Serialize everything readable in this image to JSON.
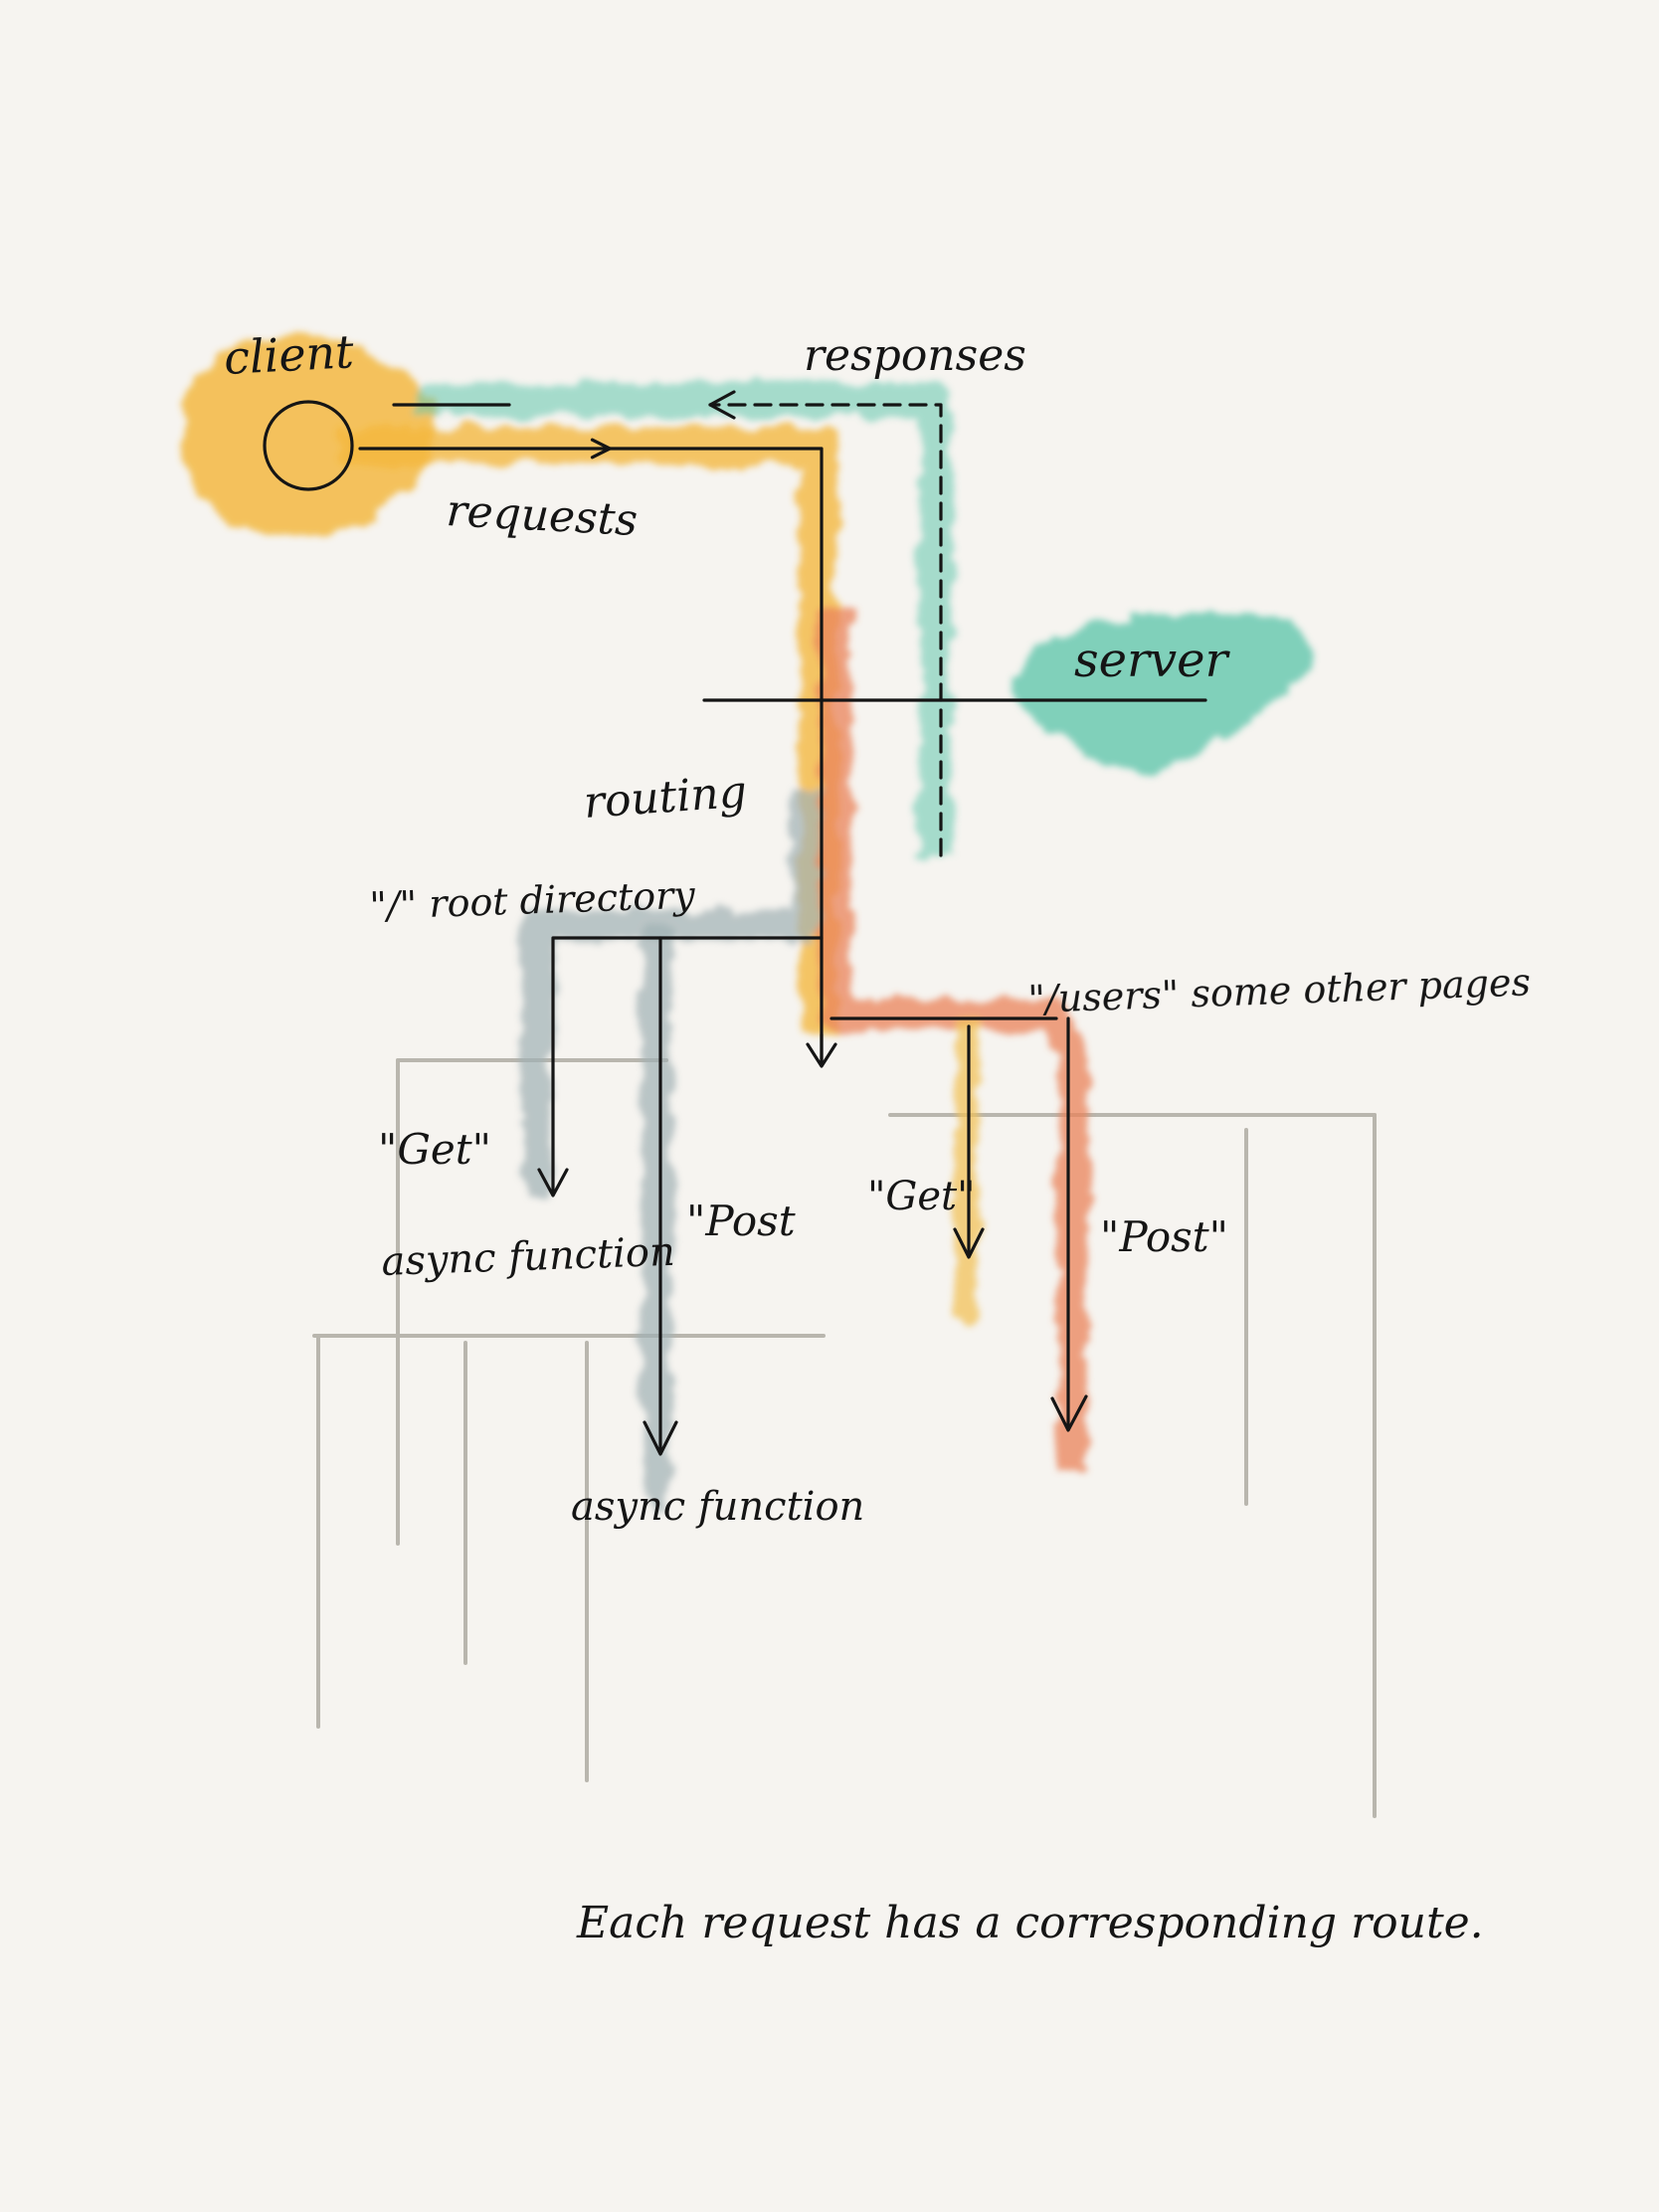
{
  "colors": {
    "background": "#f6f4f0",
    "ink": "#151515",
    "client_wash": "#f3b63c",
    "server_wash": "#62c7ad",
    "root_wash": "#9fb0b3",
    "users_wash": "#e9835a",
    "get_users_wash": "#f1c15a",
    "guide_lines": "#b9b6ae"
  },
  "diagram": {
    "client_label": "client",
    "responses_label": "responses",
    "requests_label": "requests",
    "server_label": "server",
    "routing_label": "routing",
    "root_route_label": "\"/\" root directory",
    "users_route_label": "\"/users\" some other pages",
    "root_get_label": "\"Get\"",
    "root_get_handler": "async function",
    "root_post_label": "\"Post",
    "root_post_handler": "async function",
    "users_get_label": "\"Get\"",
    "users_post_label": "\"Post\""
  },
  "caption": "Each request has a corresponding route."
}
